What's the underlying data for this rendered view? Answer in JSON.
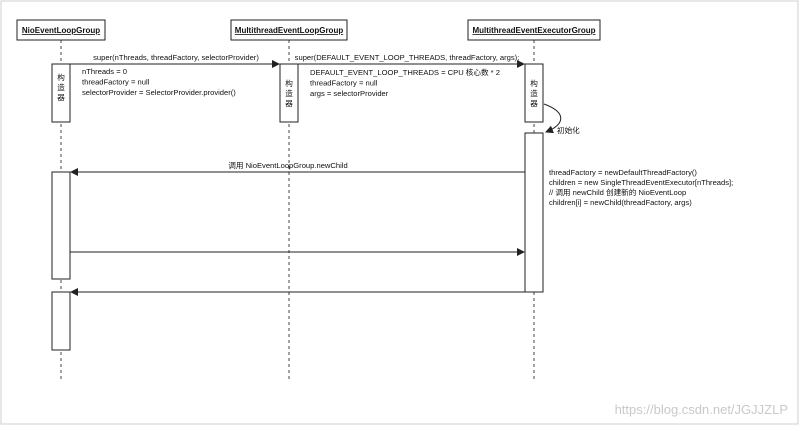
{
  "participants": [
    {
      "id": "nio",
      "name": "NioEventLoopGroup"
    },
    {
      "id": "mt",
      "name": "MultithreadEventLoopGroup"
    },
    {
      "id": "mte",
      "name": "MultithreadEventExecutorGroup"
    }
  ],
  "activation_labels": {
    "nio_constructor": "构\n造\n器",
    "mt_constructor": "构\n造\n器",
    "mte_constructor": "构\n造\n器"
  },
  "messages": {
    "m1": "super(nThreads, threadFactory, selectorProvider)",
    "m2": "super(DEFAULT_EVENT_LOOP_THREADS, threadFactory, args);",
    "m3": "调用 NioEventLoopGroup.newChild",
    "self_call": "初始化"
  },
  "notes": {
    "nio_params": [
      "nThreads = 0",
      "threadFactory = null",
      "selectorProvider = SelectorProvider.provider()"
    ],
    "mt_params": [
      "DEFAULT_EVENT_LOOP_THREADS = CPU 核心数 * 2",
      "threadFactory = null",
      "args = selectorProvider"
    ],
    "mte_init": [
      "threadFactory = newDefaultThreadFactory()",
      "children = new SingleThreadEventExecutor[nThreads];",
      "// 调用 newChild 创建新的 NioEventLoop",
      "children[i] = newChild(threadFactory, args)"
    ]
  },
  "watermark": "https://blog.csdn.net/JGJJZLP",
  "colors": {
    "line": "#222222",
    "box_fill": "#ffffff",
    "watermark": "#c9c9c9"
  }
}
